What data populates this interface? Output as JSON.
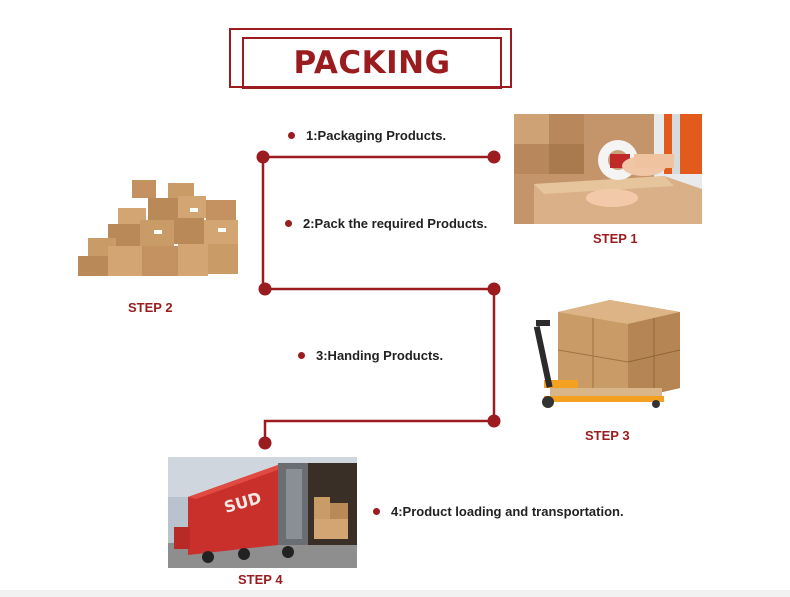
{
  "title": "PACKING",
  "steps": [
    {
      "text": "1:Packaging Products.",
      "label": "STEP 1"
    },
    {
      "text": "2:Pack the required Products.",
      "label": "STEP 2"
    },
    {
      "text": "3:Handing Products.",
      "label": "STEP 3"
    },
    {
      "text": "4:Product loading and transportation.",
      "label": "STEP 4"
    }
  ],
  "truck_brand": "SUD",
  "colors": {
    "accent": "#9b1c1f",
    "text": "#222222",
    "box": "#c99b66"
  }
}
